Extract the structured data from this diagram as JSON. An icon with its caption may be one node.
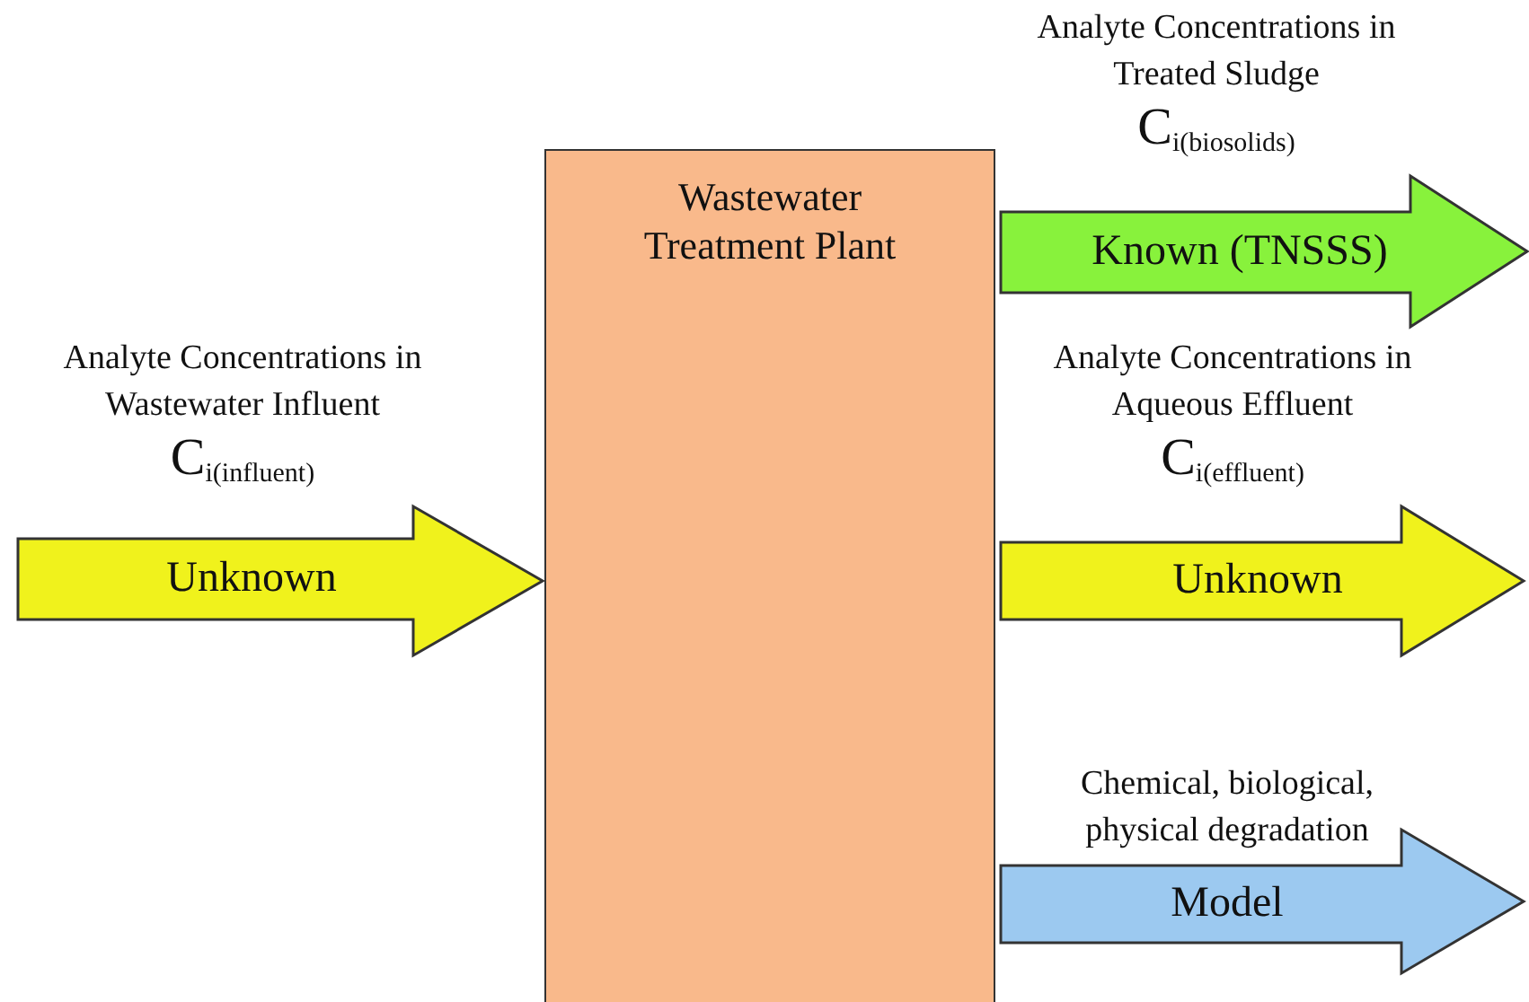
{
  "diagram": {
    "nodes": [
      {
        "text": [
          "Wastewater Treatment Plant"
        ]
      },
      {
        "text": [
          "Analyte Concentrations in Wastewater Influent",
          "C$_{i(influent)}$",
          "Unknown"
        ]
      },
      {
        "text": [
          "Analyte Concentrations in Treated Sludge",
          "C$_{i(biosolids)}$",
          "Known (TNSSS)"
        ]
      },
      {
        "text": [
          "Analyte Concentrations in Aqueous Effluent",
          "C$_{i(effluent)}$",
          "Unknown"
        ]
      },
      {
        "text": [
          "Chemical, biological, physical degradation",
          "Model"
        ]
      }
    ]
  }
}
